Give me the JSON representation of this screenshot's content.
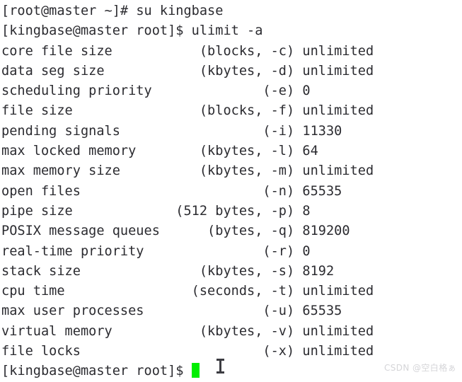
{
  "terminal": {
    "background_color": "#ffffff",
    "text_color": "#2b2b30",
    "cursor_color": "#00ee00",
    "session": [
      {
        "type": "prompt",
        "prompt": "[root@master ~]# ",
        "command": "su kingbase"
      },
      {
        "type": "prompt",
        "prompt": "[kingbase@master root]$ ",
        "command": "ulimit -a"
      }
    ],
    "ulimit_output": [
      {
        "name": "core file size",
        "unit_flag": "(blocks, -c)",
        "value": "unlimited"
      },
      {
        "name": "data seg size",
        "unit_flag": "(kbytes, -d)",
        "value": "unlimited"
      },
      {
        "name": "scheduling priority",
        "unit_flag": "(-e)",
        "value": "0"
      },
      {
        "name": "file size",
        "unit_flag": "(blocks, -f)",
        "value": "unlimited"
      },
      {
        "name": "pending signals",
        "unit_flag": "(-i)",
        "value": "11330"
      },
      {
        "name": "max locked memory",
        "unit_flag": "(kbytes, -l)",
        "value": "64"
      },
      {
        "name": "max memory size",
        "unit_flag": "(kbytes, -m)",
        "value": "unlimited"
      },
      {
        "name": "open files",
        "unit_flag": "(-n)",
        "value": "65535"
      },
      {
        "name": "pipe size",
        "unit_flag": "(512 bytes, -p)",
        "value": "8"
      },
      {
        "name": "POSIX message queues",
        "unit_flag": "(bytes, -q)",
        "value": "819200"
      },
      {
        "name": "real-time priority",
        "unit_flag": "(-r)",
        "value": "0"
      },
      {
        "name": "stack size",
        "unit_flag": "(kbytes, -s)",
        "value": "8192"
      },
      {
        "name": "cpu time",
        "unit_flag": "(seconds, -t)",
        "value": "unlimited"
      },
      {
        "name": "max user processes",
        "unit_flag": "(-u)",
        "value": "65535"
      },
      {
        "name": "virtual memory",
        "unit_flag": "(kbytes, -v)",
        "value": "unlimited"
      },
      {
        "name": "file locks",
        "unit_flag": "(-x)",
        "value": "unlimited"
      }
    ],
    "final_prompt": "[kingbase@master root]$ ",
    "layout": {
      "name_field_width": 22,
      "unit_field_width": 15
    }
  },
  "watermark": {
    "text": "CSDN @空白格ぁ"
  }
}
